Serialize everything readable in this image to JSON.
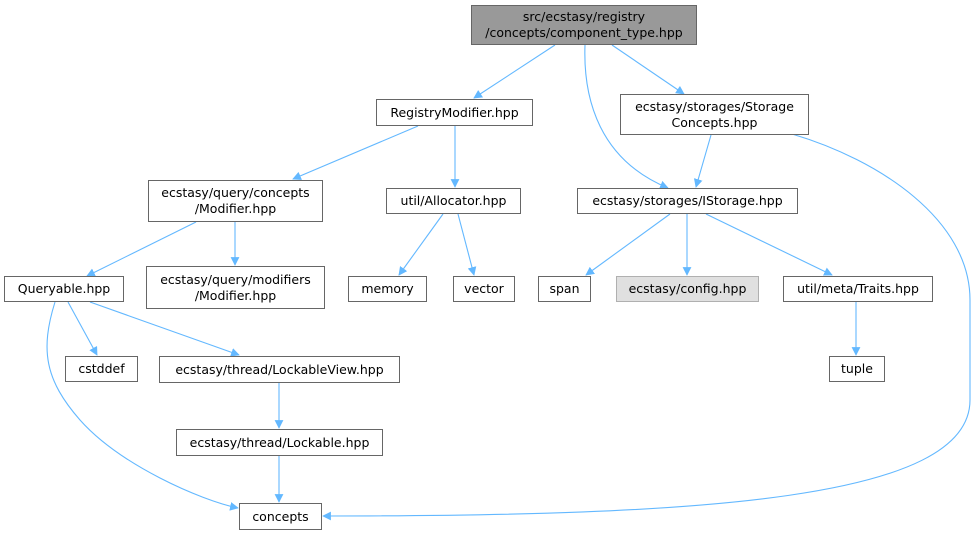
{
  "graph": {
    "edge_color": "#63b8ff",
    "nodes": {
      "root": [
        "src/ecstasy/registry",
        "/concepts/component_type.hpp"
      ],
      "registry_modifier": [
        "RegistryModifier.hpp"
      ],
      "storage_concepts": [
        "ecstasy/storages/Storage",
        "Concepts.hpp"
      ],
      "query_modifier": [
        "ecstasy/query/concepts",
        "/Modifier.hpp"
      ],
      "allocator": [
        "util/Allocator.hpp"
      ],
      "istorage": [
        "ecstasy/storages/IStorage.hpp"
      ],
      "queryable": [
        "Queryable.hpp"
      ],
      "modifiers_modifier": [
        "ecstasy/query/modifiers",
        "/Modifier.hpp"
      ],
      "memory": [
        "memory"
      ],
      "vector": [
        "vector"
      ],
      "span": [
        "span"
      ],
      "config": [
        "ecstasy/config.hpp"
      ],
      "traits": [
        "util/meta/Traits.hpp"
      ],
      "cstddef": [
        "cstddef"
      ],
      "lockable_view": [
        "ecstasy/thread/LockableView.hpp"
      ],
      "tuple": [
        "tuple"
      ],
      "lockable": [
        "ecstasy/thread/Lockable.hpp"
      ],
      "concepts": [
        "concepts"
      ]
    }
  }
}
